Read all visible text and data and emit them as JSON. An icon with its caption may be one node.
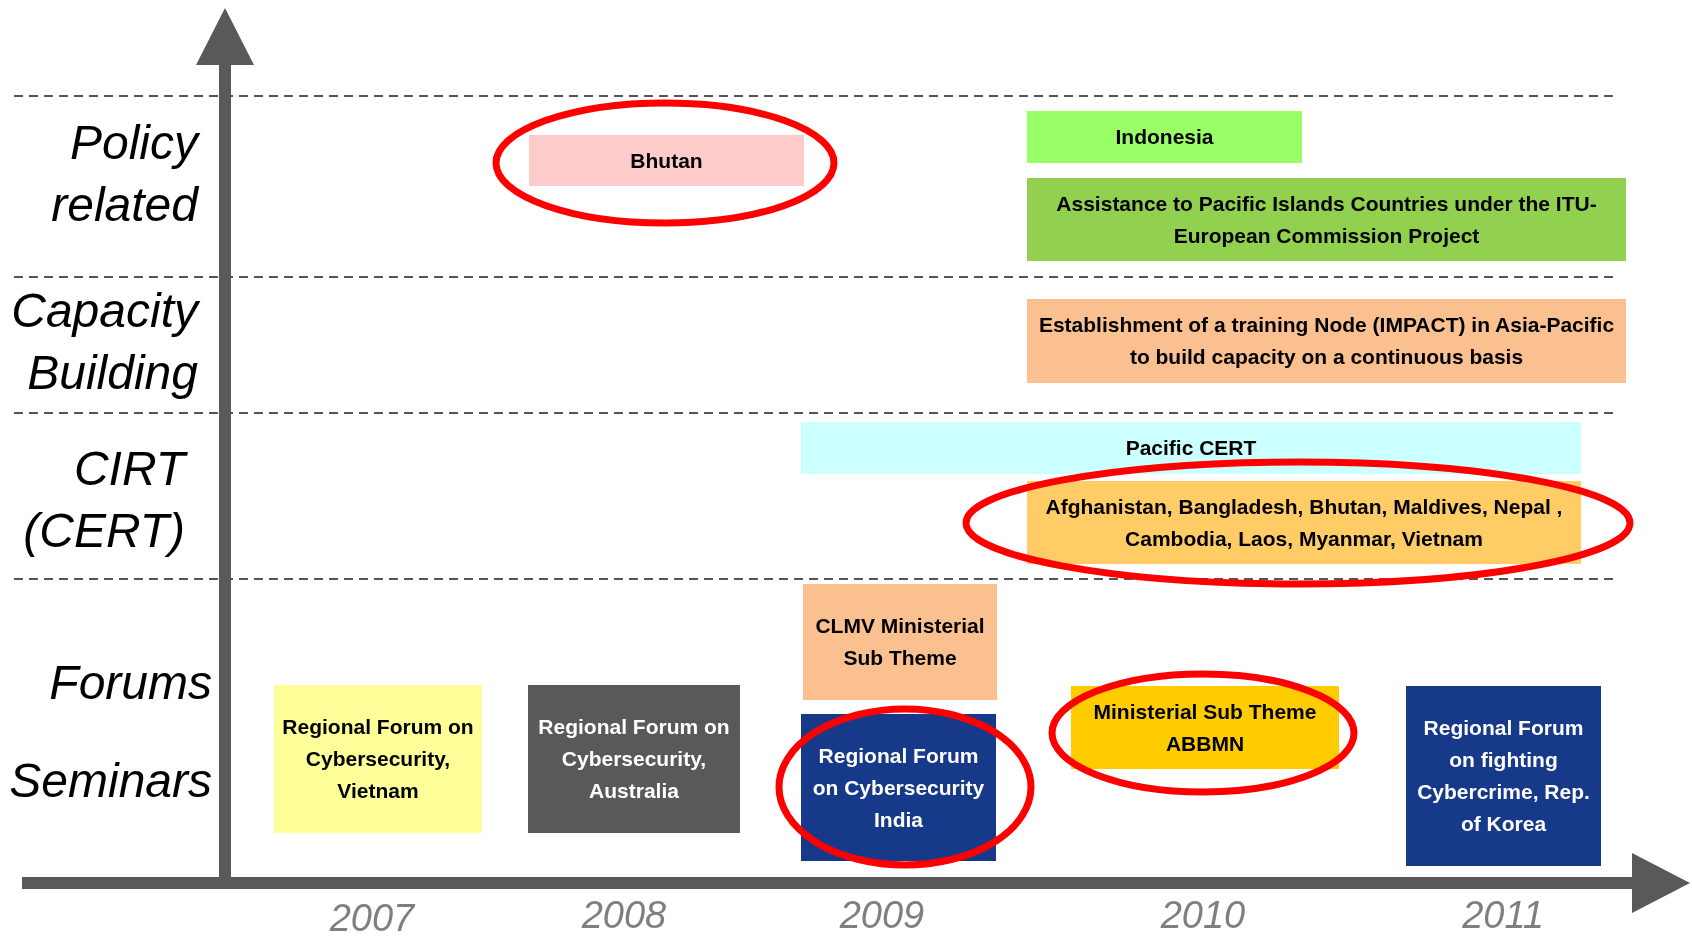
{
  "diagram": {
    "nodes": [
      {
        "text": [
          "Bhutan"
        ]
      },
      {
        "text": [
          "Indonesia"
        ]
      },
      {
        "text": [
          "Assistance to Pacific Islands Countries  under the ITU-European Commission Project"
        ]
      },
      {
        "text": [
          "Establishment of a training Node (IMPACT) in Asia-Pacific to  build capacity  on a continuous basis"
        ]
      },
      {
        "text": [
          "Pacific CERT"
        ]
      },
      {
        "text": [
          "Afghanistan, Bangladesh, Bhutan, Maldives, Nepal , Cambodia, Laos, Myanmar, Vietnam"
        ]
      },
      {
        "text": [
          "CLMV Ministerial Sub Theme"
        ]
      },
      {
        "text": [
          "Regional Forum on Cybersecurity, Vietnam"
        ]
      },
      {
        "text": [
          "Regional Forum on Cybersecurity, Australia"
        ]
      },
      {
        "text": [
          "Regional Forum on Cybersecurity India"
        ]
      },
      {
        "text": [
          "Ministerial Sub Theme ABBMN"
        ]
      },
      {
        "text": [
          "Regional Forum on fighting Cybercrime, Rep. of Korea"
        ]
      }
    ],
    "labels": [
      "Policy related",
      "Capacity Building",
      "CIRT (CERT)",
      "Forums",
      "Seminars",
      "2007",
      "2008",
      "2009",
      "2010",
      "2011"
    ]
  }
}
